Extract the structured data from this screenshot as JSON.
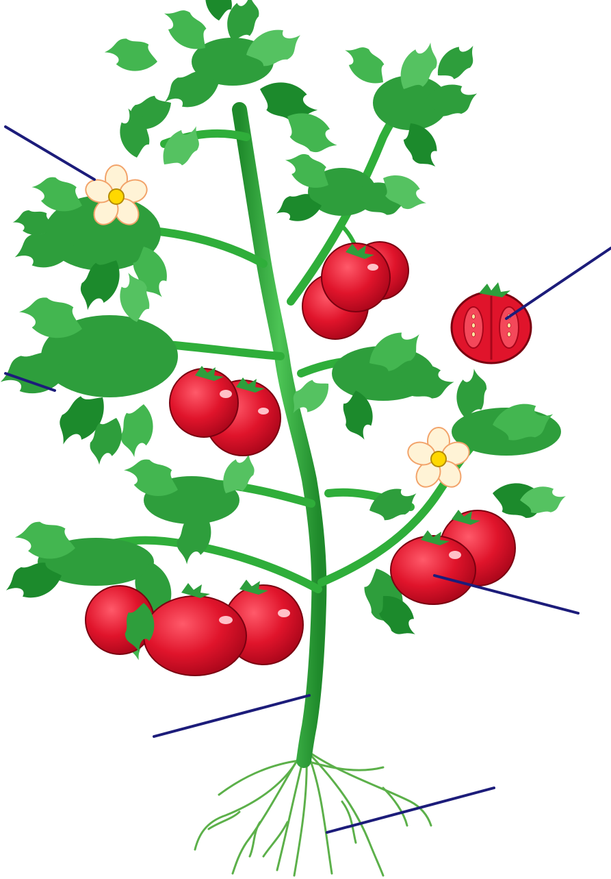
{
  "diagram": {
    "subject": "tomato-plant",
    "labels_printed": false,
    "colors": {
      "background": "#ffffff",
      "stem": "#2fae3a",
      "stem_dark": "#1f8a2b",
      "leaf": "#2e9e3c",
      "leaf_light": "#55c261",
      "leaf_dark": "#1c6f28",
      "root": "#5cb04a",
      "fruit": "#e0142b",
      "fruit_dark": "#a8061a",
      "fruit_highlight": "#ff8a96",
      "fruit_inner": "#f4485a",
      "flower_petal": "#fff3d6",
      "flower_outline": "#f2a36a",
      "flower_center": "#ffd800",
      "pointer_line": "#1c1c7a"
    },
    "pointer_lines": [
      {
        "target": "flower"
      },
      {
        "target": "fruit-cross-section"
      },
      {
        "target": "leaf"
      },
      {
        "target": "fruit"
      },
      {
        "target": "stem"
      },
      {
        "target": "root"
      }
    ]
  }
}
